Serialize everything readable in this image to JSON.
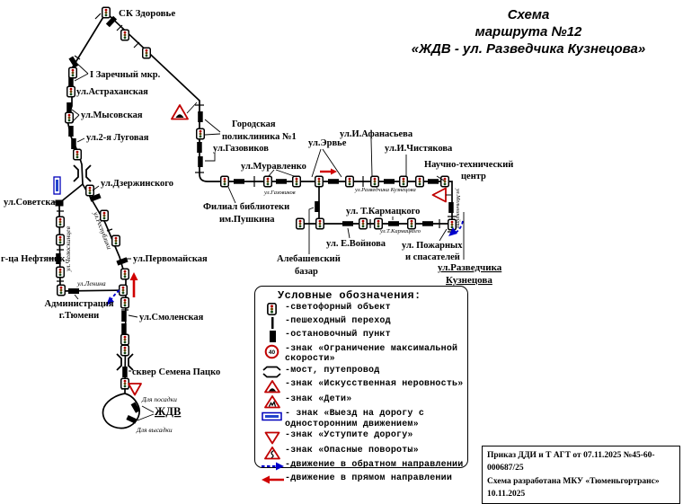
{
  "title": {
    "line1": "Схема",
    "line2": "маршрута №12",
    "line3": "«ЖДВ - ул. Разведчика Кузнецова»"
  },
  "map": {
    "sk_zdorovye": "СК Здоровье",
    "zarechny_mkr": "I Заречный мкр.",
    "astrakhanskaya": "ул.Астраханская",
    "mysovskaya": "ул.Мысовская",
    "lugovaya": "ул.2-я Луговая",
    "dzerzhinskogo": "ул.Дзержинского",
    "sovetskaya": "ул.Советская",
    "neftyanik": "г-ца Нефтяник",
    "pervomayskaya": "ул.Первомайская",
    "administratsiya1": "Администрация",
    "administratsiya2": "г.Тюмени",
    "smolenskaya": "ул.Смоленская",
    "skver": "сквер Семена Пацко",
    "zhdv": "ЖДВ",
    "dlya_posadki": "Для посадки",
    "dlya_vysadki": "Для высадки",
    "lenina": "ул.Ленина",
    "chelyuskintsev": "ул.Челюскинцев",
    "respubliki": "ул.Республики",
    "poliklinika1": "Городская",
    "poliklinika2": "поликлиника №1",
    "gazovikov_stop": "ул.Газовиков",
    "gazovikov_street": "ул.Газовиков",
    "filial1": "Филиал библиотеки",
    "filial2": "им.Пушкина",
    "muravlenko": "ул.Муравленко",
    "ervye": "ул.Эрвье",
    "afanasyeva": "ул.И.Афанасьева",
    "chistyakova": "ул.И.Чистякова",
    "nts1": "Научно-технический",
    "nts2": "центр",
    "razvedchika_street": "ул.Разведчика Кузнецова",
    "melnikayte": "ул.Мельникайте",
    "karmatskogo": "ул. Т.Кармацкого",
    "karmatskogo_street": "ул.Т.Кармацкого",
    "voynova": "ул. Е.Войнова",
    "alebashevsky1": "Алебашевский",
    "alebashevsky2": "базар",
    "pozharnykh1": "ул. Пожарных",
    "pozharnykh2": "и спасателей",
    "terminal1": "ул.Разведчика",
    "terminal2": "Кузнецова"
  },
  "legend": {
    "title": "Условные обозначения:",
    "speed_value": "40",
    "items": [
      {
        "icon": "traffic-light-icon",
        "label": "-светофорный объект"
      },
      {
        "icon": "crosswalk-icon",
        "label": "-пешеходный переход"
      },
      {
        "icon": "bus-stop-icon",
        "label": "-остановочный пункт"
      },
      {
        "icon": "speed-limit-sign-icon",
        "label": "-знак «Ограничение максимальной скорости»"
      },
      {
        "icon": "bridge-icon",
        "label": "-мост, путепровод"
      },
      {
        "icon": "speed-bump-sign-icon",
        "label": "-знак «Искусственная неровность»"
      },
      {
        "icon": "children-sign-icon",
        "label": "-знак «Дети»"
      },
      {
        "icon": "one-way-sign-icon",
        "label": "- знак «Выезд на дорогу с односторонним движением»"
      },
      {
        "icon": "give-way-sign-icon",
        "label": "-знак «Уступите дорогу»"
      },
      {
        "icon": "dangerous-turns-sign-icon",
        "label": "-знак «Опасные повороты»"
      },
      {
        "icon": "reverse-direction-arrow-icon",
        "label": "-движение в обратном направлении"
      },
      {
        "icon": "forward-direction-arrow-icon",
        "label": "-движение в прямом направлении"
      }
    ]
  },
  "footer": {
    "line1": "Приказ ДДИ и Т АГТ от 07.11.2025 №45-60-000687/25",
    "line2": "Схема разработана МКУ «Тюменьгортранс» 10.11.2025"
  }
}
